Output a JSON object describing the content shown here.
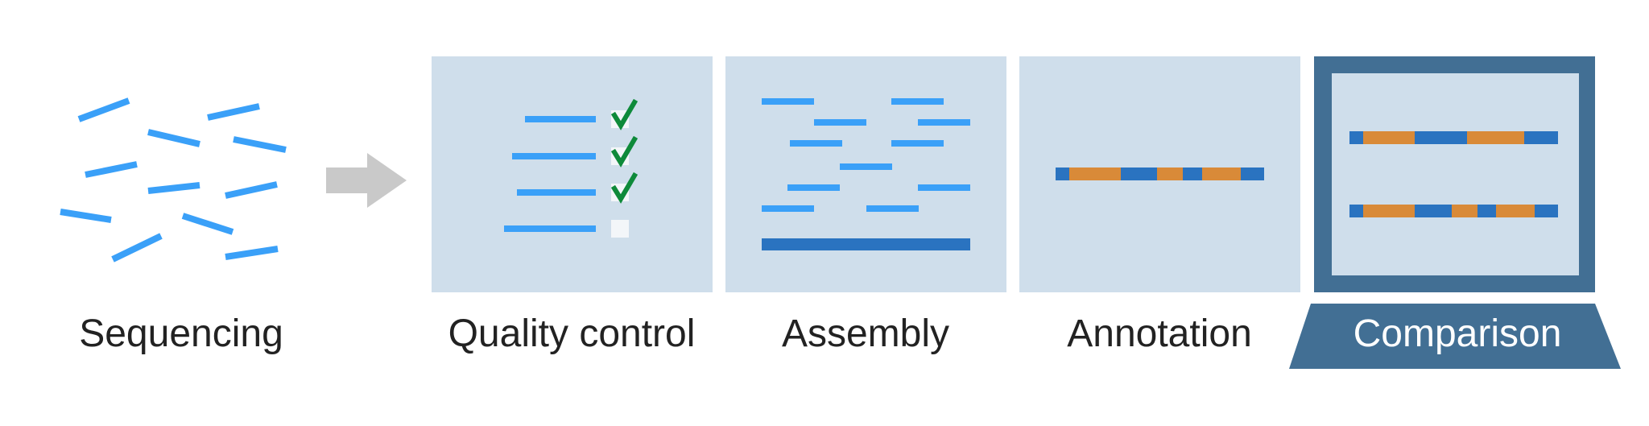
{
  "stages": [
    {
      "id": "sequencing",
      "label": "Sequencing"
    },
    {
      "id": "quality-control",
      "label": "Quality control"
    },
    {
      "id": "assembly",
      "label": "Assembly"
    },
    {
      "id": "annotation",
      "label": "Annotation"
    },
    {
      "id": "comparison",
      "label": "Comparison"
    }
  ],
  "colors": {
    "read": "#3aa0f8",
    "panel": "#cfdeeb",
    "genome": "#2a73c0",
    "gene": "#d98a38",
    "check": "#0e8a3a",
    "arrow": "#c9c9c9",
    "monitor": "#426f94"
  },
  "icons": [
    "arrow-right-icon",
    "checkmark-icon",
    "monitor-icon"
  ]
}
